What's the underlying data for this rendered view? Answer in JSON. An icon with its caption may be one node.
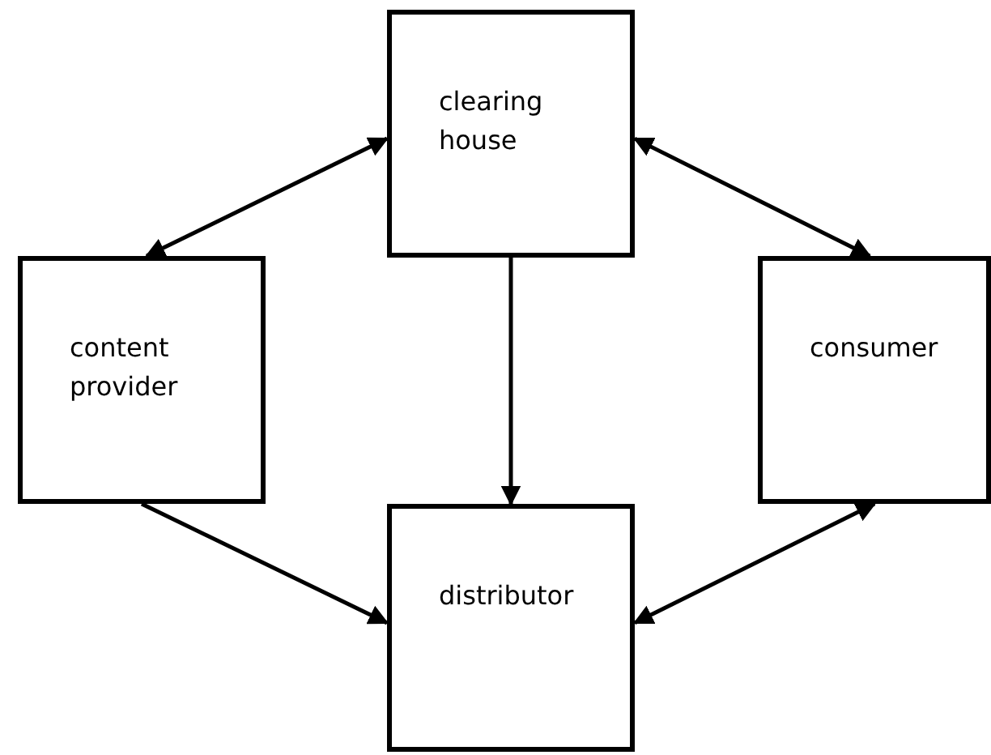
{
  "diagram": {
    "nodes": [
      {
        "text": [
          "clearing house"
        ]
      },
      {
        "text": [
          "content provider"
        ]
      },
      {
        "text": [
          "consumer"
        ]
      },
      {
        "text": [
          "distributor"
        ]
      }
    ],
    "edges": [
      {
        "from": 0,
        "to": 1,
        "arrow": "both"
      },
      {
        "from": 0,
        "to": 2,
        "arrow": "both"
      },
      {
        "from": 0,
        "to": 3,
        "arrow": "to"
      },
      {
        "from": 1,
        "to": 3,
        "arrow": "to"
      },
      {
        "from": 3,
        "to": 2,
        "arrow": "both"
      }
    ]
  }
}
